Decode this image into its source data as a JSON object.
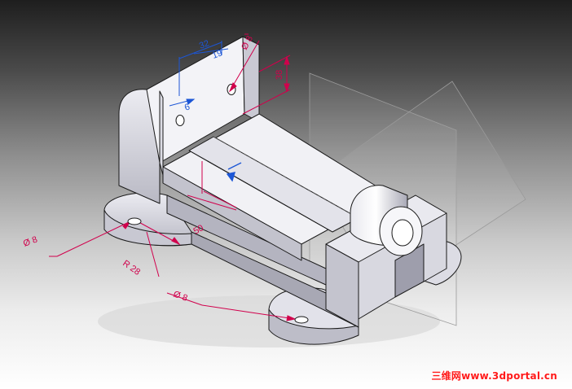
{
  "viewport": {
    "background_top": "#1e1e1e",
    "background_bottom": "#ffffff"
  },
  "model": {
    "face_light": "#f4f4f6",
    "face_mid": "#d4d4dc",
    "face_dark": "#a6a6b2",
    "edge_color": "#1a1a1a",
    "plane_color": "#9a9a9a"
  },
  "dimensions": {
    "red_color": "#d1004c",
    "blue_color": "#1c56d6",
    "top_width": "32",
    "top_offset": "19",
    "hole_right": "Ø 8",
    "height": "38",
    "hole_left_dim": "6",
    "length": "50",
    "base_hole_left": "Ø 8",
    "radius": "R 28",
    "base_hole_front": "Ø 8"
  },
  "watermark": {
    "text": "三维网www.3dportal.cn"
  }
}
